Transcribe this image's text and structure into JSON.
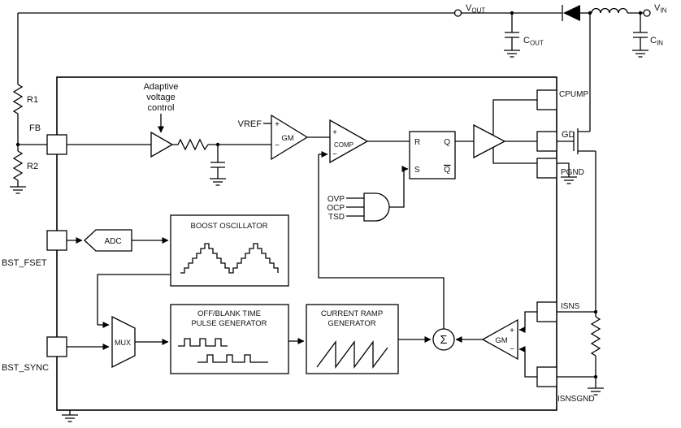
{
  "external": {
    "vout": {
      "main": "V",
      "sub": "OUT"
    },
    "vin": {
      "main": "V",
      "sub": "IN"
    },
    "cout": {
      "main": "C",
      "sub": "OUT"
    },
    "cin": {
      "main": "C",
      "sub": "IN"
    },
    "r1": "R1",
    "r2": "R2"
  },
  "pins": {
    "fb": "FB",
    "bst_fset": "BST_FSET",
    "bst_sync": "BST_SYNC",
    "cpump": "CPUMP",
    "gd": "GD",
    "pgnd": "PGND",
    "isns": "ISNS",
    "isnsgnd": "ISNSGND"
  },
  "blocks": {
    "adaptive": {
      "line1": "Adaptive",
      "line2": "voltage",
      "line3": "control"
    },
    "vref": "VREF",
    "error_amp": "GM",
    "comparator": "COMP",
    "latch": {
      "r": "R",
      "s": "S",
      "q": "Q",
      "qbar": "Q"
    },
    "faults": {
      "ovp": "OVP",
      "ocp": "OCP",
      "tsd": "TSD"
    },
    "adc": "ADC",
    "oscillator": "BOOST OSCILLATOR",
    "mux": "MUX",
    "pulse_gen": {
      "line1": "OFF/BLANK TIME",
      "line2": "PULSE GENERATOR"
    },
    "ramp_gen": {
      "line1": "CURRENT RAMP",
      "line2": "GENERATOR"
    },
    "summer": "Σ",
    "sense_amp": "GM"
  },
  "symbols": {
    "plus": "+",
    "minus": "−"
  }
}
